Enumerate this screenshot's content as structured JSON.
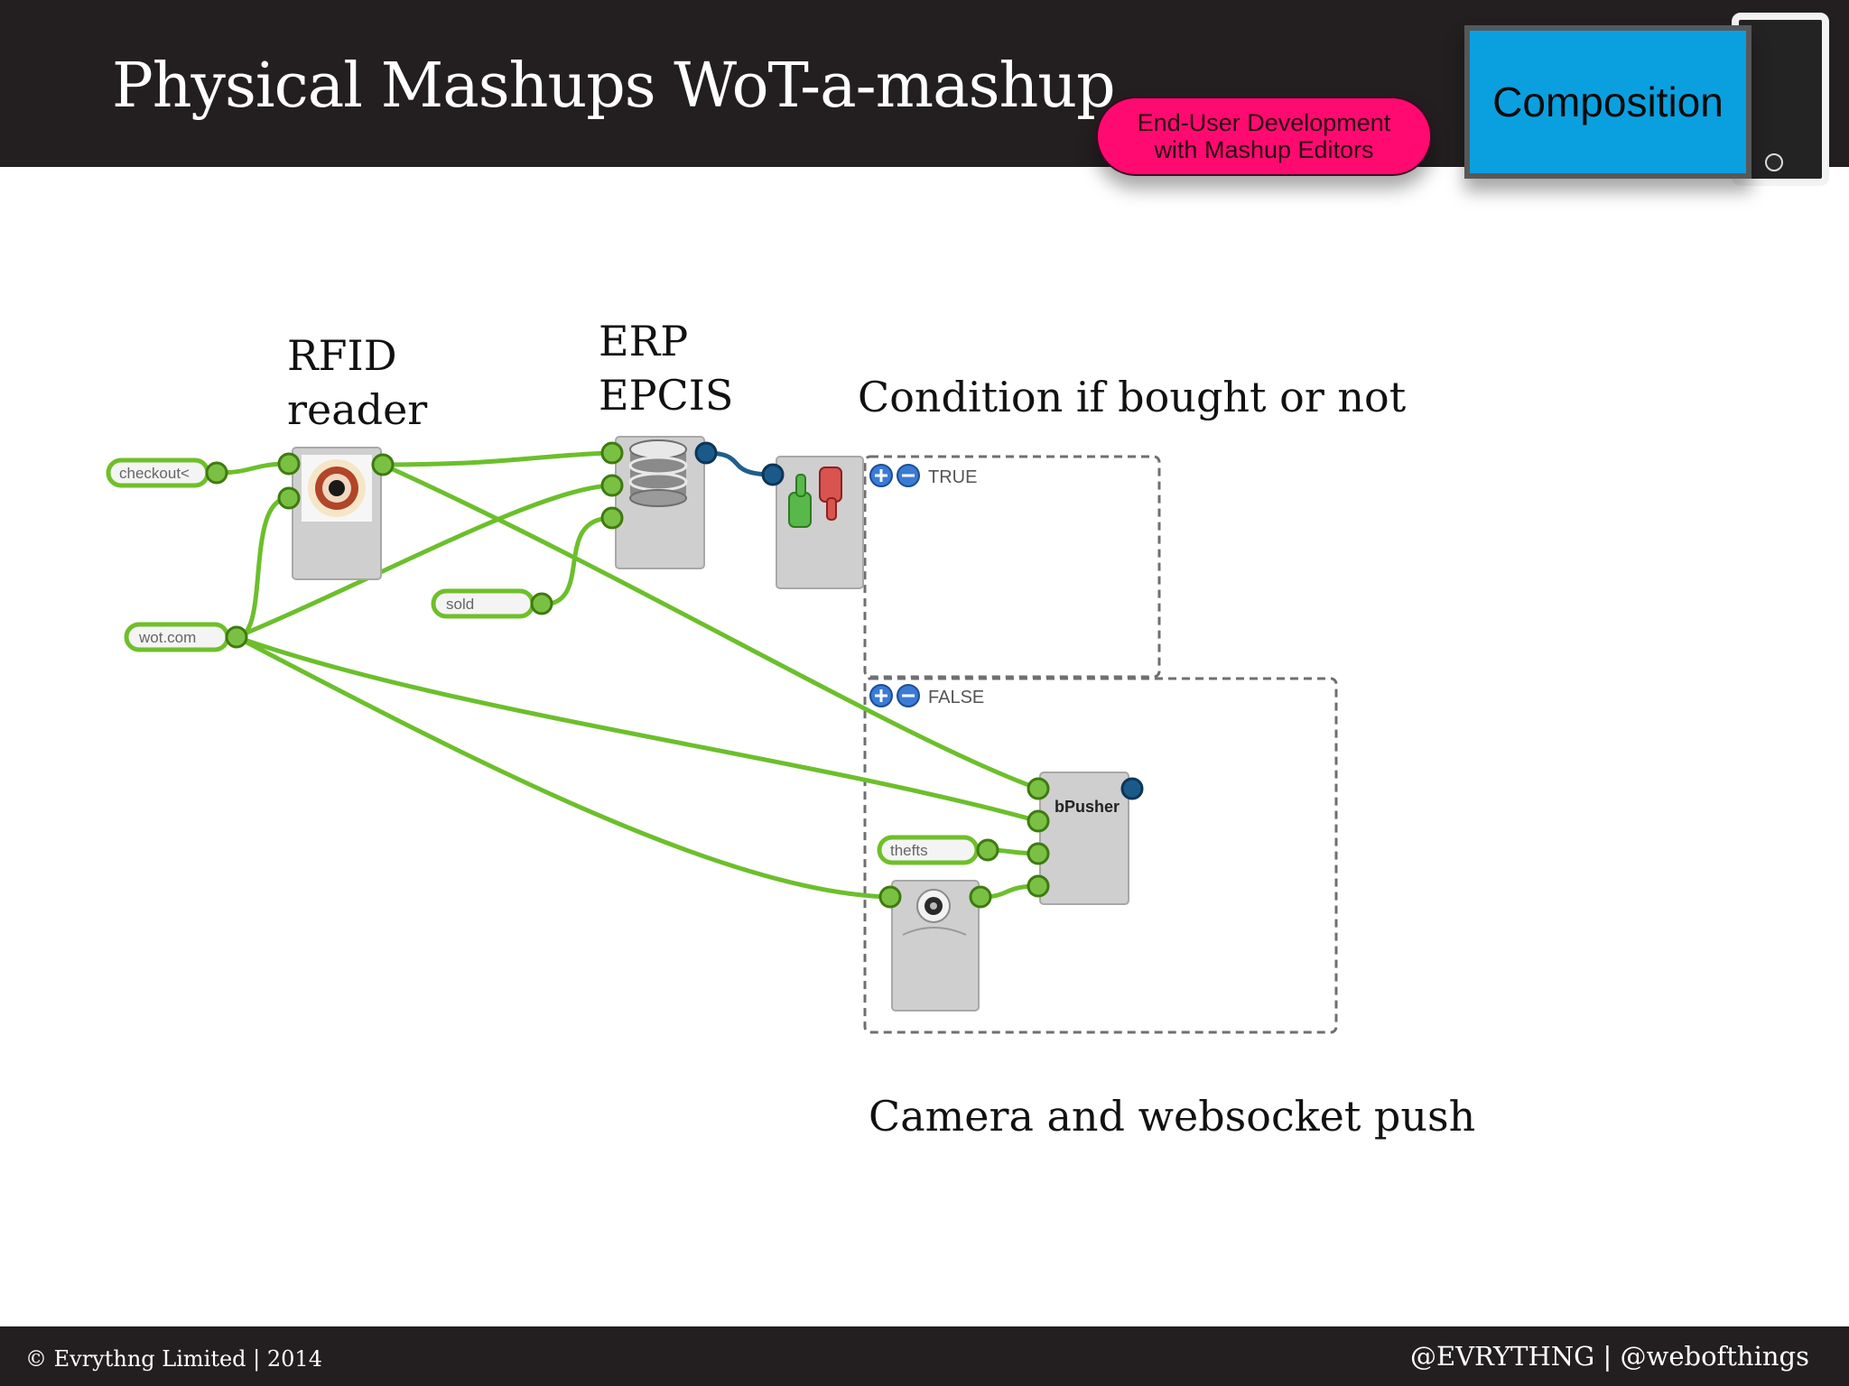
{
  "header": {
    "title": "Physical Mashups WoT-a-mashup",
    "badge": "End-User Development\nwith Mashup Editors",
    "composition": "Composition"
  },
  "captions": {
    "rfid": "RFID\nreader",
    "erp": "ERP\nEPCIS",
    "condition": "Condition if bought or not",
    "camera": "Camera and websocket push"
  },
  "diagram": {
    "fields": {
      "checkout": "checkout<",
      "wot": "wot.com",
      "sold": "sold",
      "thefts": "thefts"
    },
    "branches": {
      "true_label": "TRUE",
      "false_label": "FALSE"
    },
    "pusher_label": "bPusher",
    "icons": [
      "rfid-reader-icon",
      "database-icon",
      "thumbs-up-down-icon",
      "webcam-icon",
      "plus-icon",
      "minus-icon"
    ]
  },
  "colors": {
    "header_bg": "#231f20",
    "wire_green": "#6cbf2c",
    "wire_blue": "#1f5f8c",
    "pill": "#ff0a70",
    "composition": "#0aa0df"
  },
  "footer": {
    "left": "© Evrythng Limited | 2014",
    "right": "@EVRYTHNG | @webofthings"
  }
}
